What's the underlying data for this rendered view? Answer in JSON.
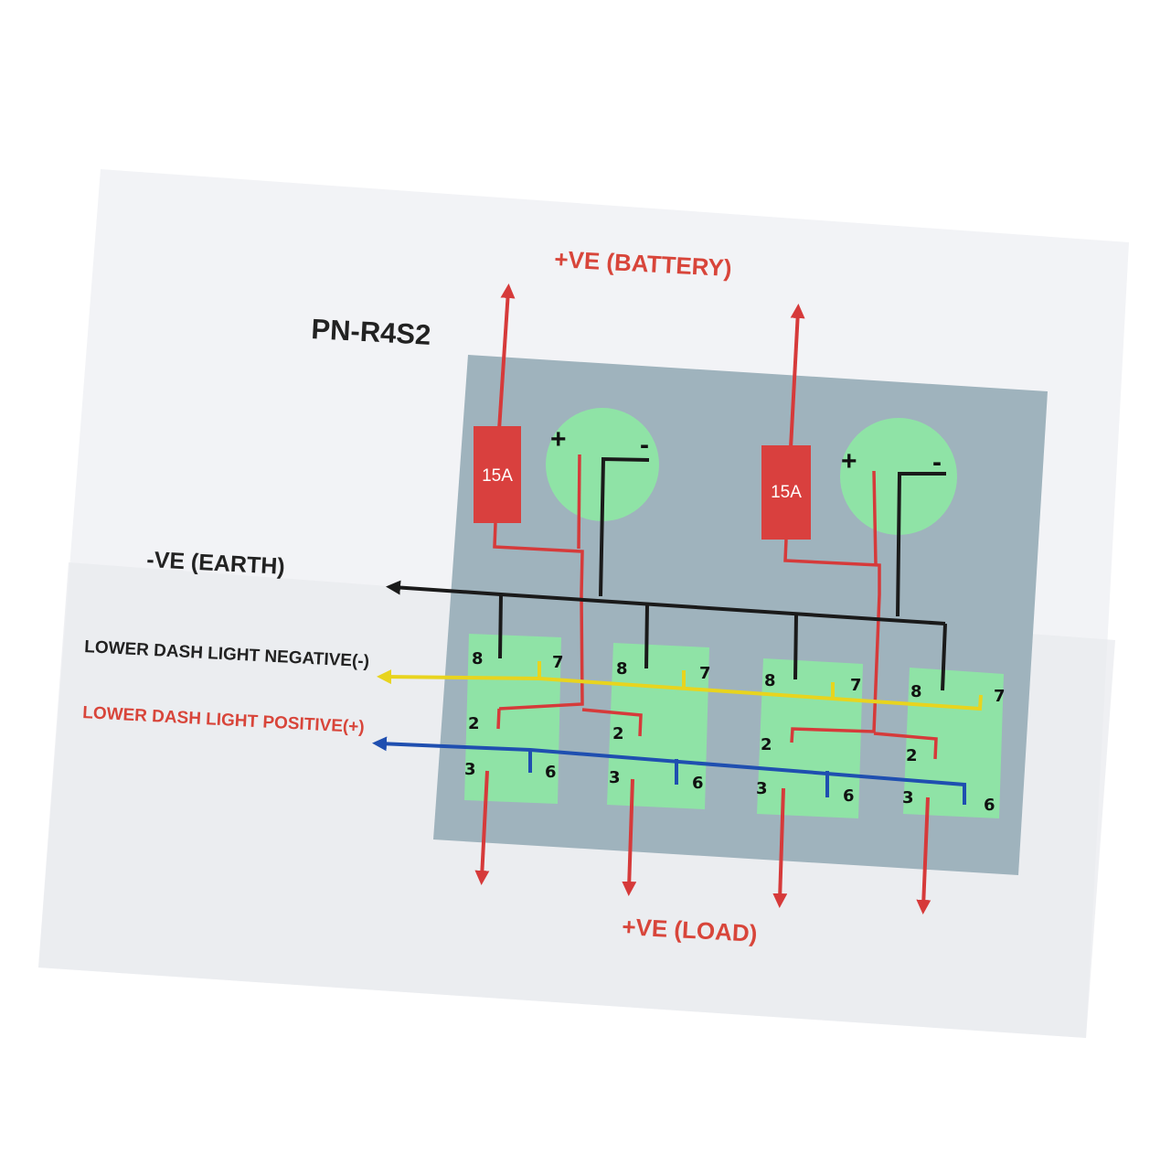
{
  "labels": {
    "battery": "+VE (BATTERY)",
    "part_number": "PN-R4S2",
    "earth": "-VE (EARTH)",
    "lower_neg": "LOWER DASH LIGHT NEGATIVE(-)",
    "lower_pos": "LOWER DASH LIGHT POSITIVE(+)",
    "load": "+VE (LOAD)"
  },
  "fuses": [
    {
      "label": "15A"
    },
    {
      "label": "15A"
    }
  ],
  "sockets": [
    {
      "plus": "+",
      "minus": "-"
    },
    {
      "plus": "+",
      "minus": "-"
    }
  ],
  "switches": [
    {
      "pins": [
        "8",
        "7",
        "2",
        "3",
        "6"
      ]
    },
    {
      "pins": [
        "8",
        "7",
        "2",
        "3",
        "6"
      ]
    },
    {
      "pins": [
        "8",
        "7",
        "2",
        "3",
        "6"
      ]
    },
    {
      "pins": [
        "8",
        "7",
        "2",
        "3",
        "6"
      ]
    }
  ],
  "colors": {
    "red": "#d63a3a",
    "black": "#1a1a1a",
    "yellow": "#e8d41e",
    "blue": "#1f4fb0",
    "panel": "#9fb3bd",
    "green": "#8fe3a6",
    "fuse": "#d9403e",
    "label_red": "#d8453a"
  }
}
